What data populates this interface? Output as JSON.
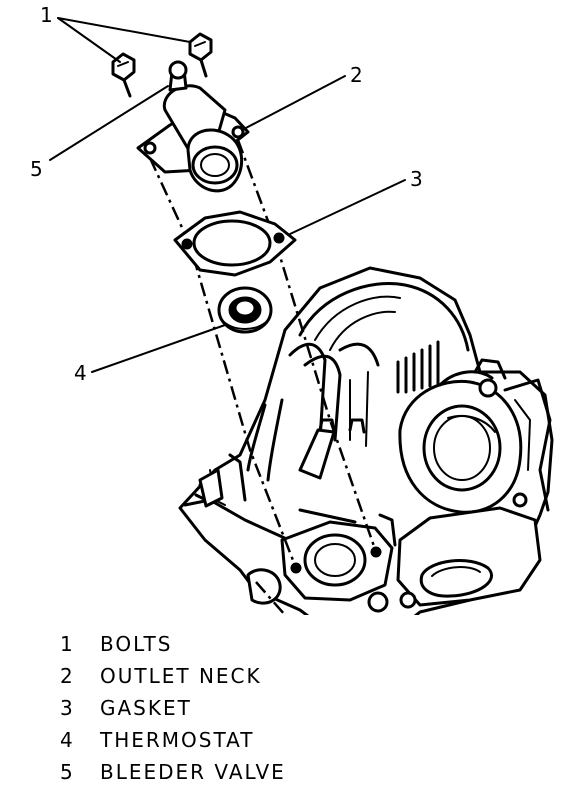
{
  "callouts": [
    {
      "id": "1",
      "text": "1"
    },
    {
      "id": "2",
      "text": "2"
    },
    {
      "id": "3",
      "text": "3"
    },
    {
      "id": "4",
      "text": "4"
    },
    {
      "id": "5",
      "text": "5"
    }
  ],
  "legend": [
    {
      "num": "1",
      "label": "BOLTS"
    },
    {
      "num": "2",
      "label": "OUTLET NECK"
    },
    {
      "num": "3",
      "label": "GASKET"
    },
    {
      "num": "4",
      "label": "THERMOSTAT"
    },
    {
      "num": "5",
      "label": "BLEEDER VALVE"
    }
  ]
}
